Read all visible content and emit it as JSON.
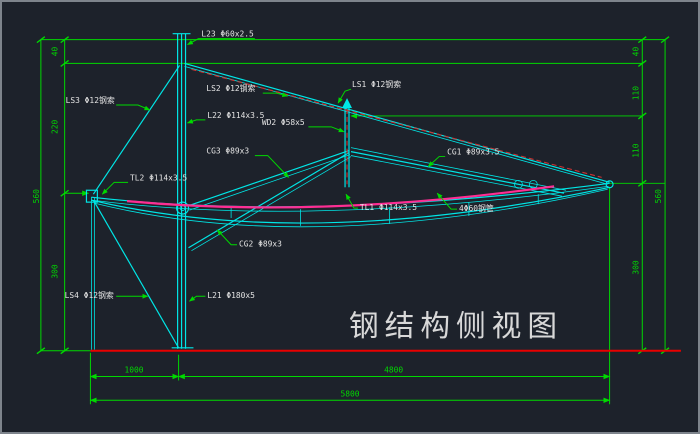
{
  "title": "钢结构侧视图",
  "colors": {
    "bg": "#1d222b",
    "green": "#00d900",
    "cyan": "#00e6e6",
    "red": "#e80000",
    "reddash": "#cc3333",
    "magenta": "#ff2d93",
    "label": "#e3e3e3",
    "titlecol": "#d8d8d8"
  },
  "part_labels": [
    {
      "id": "L23",
      "text": "L23 Φ60x2.5"
    },
    {
      "id": "LS3",
      "text": "LS3 Φ12钢索"
    },
    {
      "id": "LS2",
      "text": "LS2 Φ12钢索"
    },
    {
      "id": "L22",
      "text": "L22 Φ114x3.5"
    },
    {
      "id": "WD2",
      "text": "WD2 Φ58x5"
    },
    {
      "id": "LS1",
      "text": "LS1 Φ12钢索"
    },
    {
      "id": "CG3",
      "text": "CG3 Φ89x3"
    },
    {
      "id": "TL2",
      "text": "TL2 Φ114x3.5"
    },
    {
      "id": "CG1",
      "text": "CG1 Φ89x3.5"
    },
    {
      "id": "TL1",
      "text": "TL1 Φ114x3.5"
    },
    {
      "id": "PIPE",
      "text": "4Φ60钢管"
    },
    {
      "id": "CG2",
      "text": "CG2 Φ89x3"
    },
    {
      "id": "LS4",
      "text": "LS4 Φ12钢索"
    },
    {
      "id": "L21",
      "text": "L21 Φ180x5"
    }
  ],
  "dims": {
    "left": [
      "40",
      "220",
      "300"
    ],
    "left_total": "560",
    "right": [
      "40",
      "110",
      "110",
      "300"
    ],
    "right_total": "560",
    "bottom": [
      "1000",
      "4800"
    ],
    "bottom_total": "5800"
  }
}
